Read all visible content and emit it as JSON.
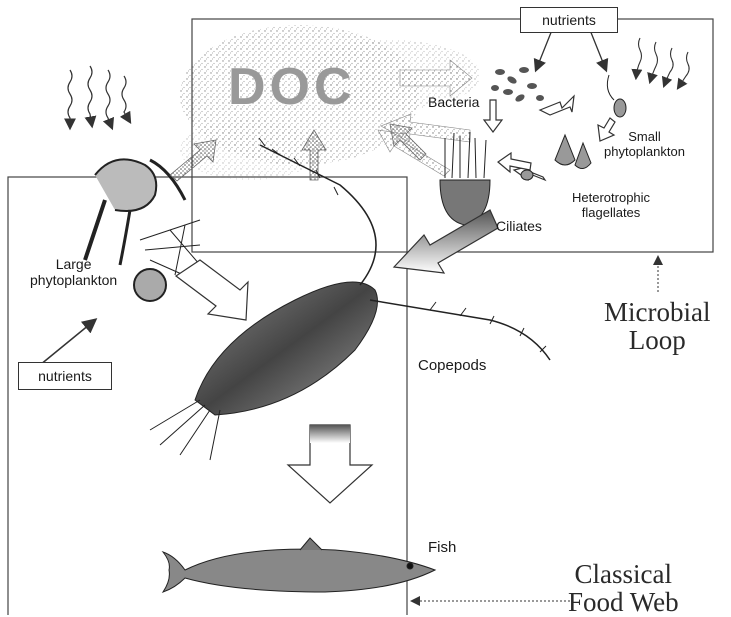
{
  "diagram": {
    "doc_label": "DOC",
    "nutrients_top": "nutrients",
    "nutrients_left": "nutrients",
    "bacteria": "Bacteria",
    "small_phytoplankton": "Small\nphytoplankton",
    "heterotrophic_flagellates": "Heterotrophic\nflagellates",
    "ciliates": "Ciliates",
    "large_phytoplankton": "Large\nphytoplankton",
    "copepods": "Copepods",
    "fish": "Fish",
    "microbial_loop": "Microbial\nLoop",
    "classical_food_web": "Classical\nFood Web"
  }
}
